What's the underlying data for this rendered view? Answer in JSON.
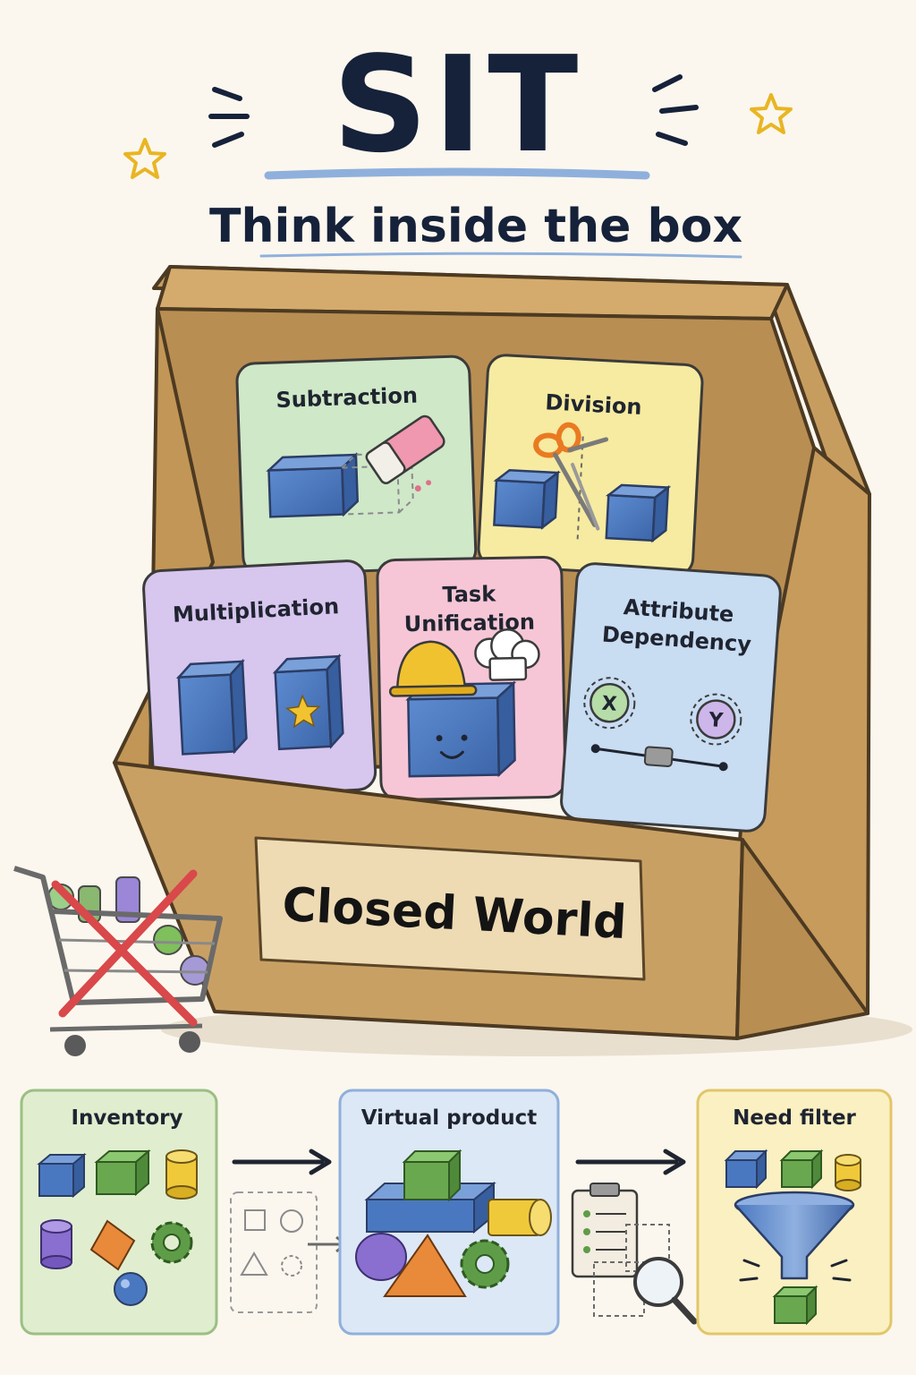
{
  "title": "SIT",
  "subtitle": "Think inside the box",
  "cards": {
    "subtraction": "Subtraction",
    "division": "Division",
    "multiplication": "Multiplication",
    "task_unification": [
      "Task",
      "Unification"
    ],
    "attribute_dependency": [
      "Attribute",
      "Dependency"
    ],
    "x_label": "X",
    "y_label": "Y"
  },
  "box_label": "Closed World",
  "flow": {
    "inventory": "Inventory",
    "virtual_product": "Virtual product",
    "need_filter": "Need filter"
  },
  "colors": {
    "title_ink": "#16213a",
    "underline_blue": "#8fb0dc",
    "box_cardboard": "#c9a064",
    "card_green": "#cfe8c8",
    "card_yellow": "#f6eba0",
    "card_purple": "#d7c6ee",
    "card_pink": "#f6c6d6",
    "card_blue": "#c8dcf2",
    "cube_blue": "#4a78c0",
    "cross_red": "#d9484a",
    "star_yellow": "#e9b523"
  },
  "icons": [
    "star-icon",
    "eraser-icon",
    "scissors-icon",
    "hard-hat-icon",
    "chef-hat-icon",
    "shopping-cart-icon",
    "gear-icon",
    "funnel-icon",
    "clipboard-icon",
    "magnifier-icon",
    "arrow-right-icon"
  ]
}
